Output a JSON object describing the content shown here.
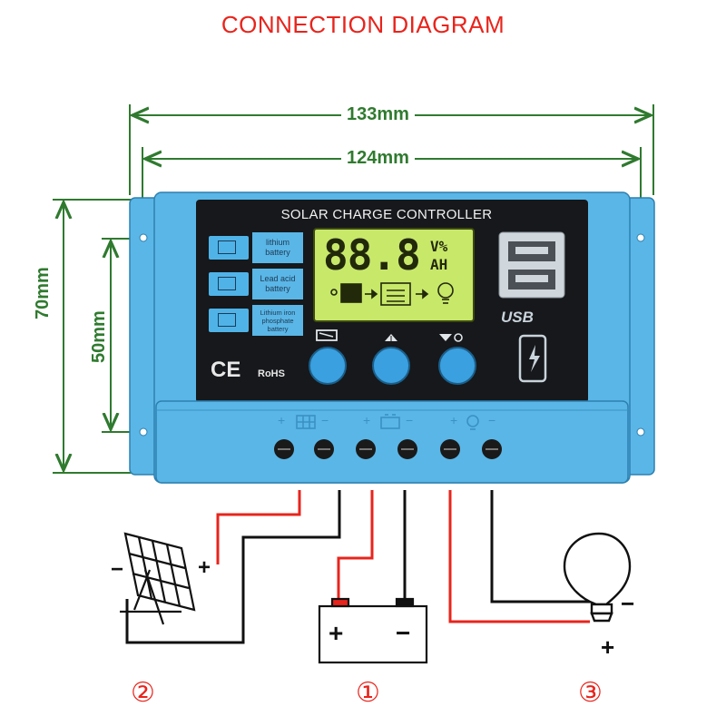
{
  "diagram_title": "CONNECTION DIAGRAM",
  "dimensions": {
    "total_width": "133mm",
    "mount_width": "124mm",
    "total_height": "70mm",
    "mount_height": "50mm"
  },
  "controller": {
    "label": "SOLAR CHARGE CONTROLLER",
    "battery_types": [
      {
        "label_line1": "lithium",
        "label_line2": "battery"
      },
      {
        "label_line1": "Lead acid",
        "label_line2": "battery"
      },
      {
        "label_line1": "Lithium iron",
        "label_line2": "phosphate battery"
      }
    ],
    "lcd": {
      "value": "88.8",
      "unit_top": "V%",
      "unit_bottom": "AH"
    },
    "usb_label": "USB",
    "certifications": {
      "ce": "CE",
      "rohs": "RoHS"
    },
    "buttons": [
      {
        "icon": "menu-icon"
      },
      {
        "icon": "up-arrow-icon"
      },
      {
        "icon": "down-arrow-icon"
      }
    ],
    "terminal_groups": [
      {
        "icon": "solar-panel-icon",
        "plus": "+",
        "minus": "−"
      },
      {
        "icon": "battery-icon",
        "plus": "+",
        "minus": "−"
      },
      {
        "icon": "bulb-icon",
        "plus": "+",
        "minus": "−"
      }
    ]
  },
  "connections": {
    "colors": {
      "positive": "#e8241c",
      "negative": "#111111",
      "accent_green": "#2f7a2f",
      "body_blue": "#5ab6e6"
    },
    "solar_panel": {
      "number": "②",
      "plus": "+",
      "minus": "−"
    },
    "battery": {
      "number": "①",
      "plus": "+",
      "minus": "−"
    },
    "load": {
      "number": "③",
      "plus": "+",
      "minus": "−"
    }
  }
}
